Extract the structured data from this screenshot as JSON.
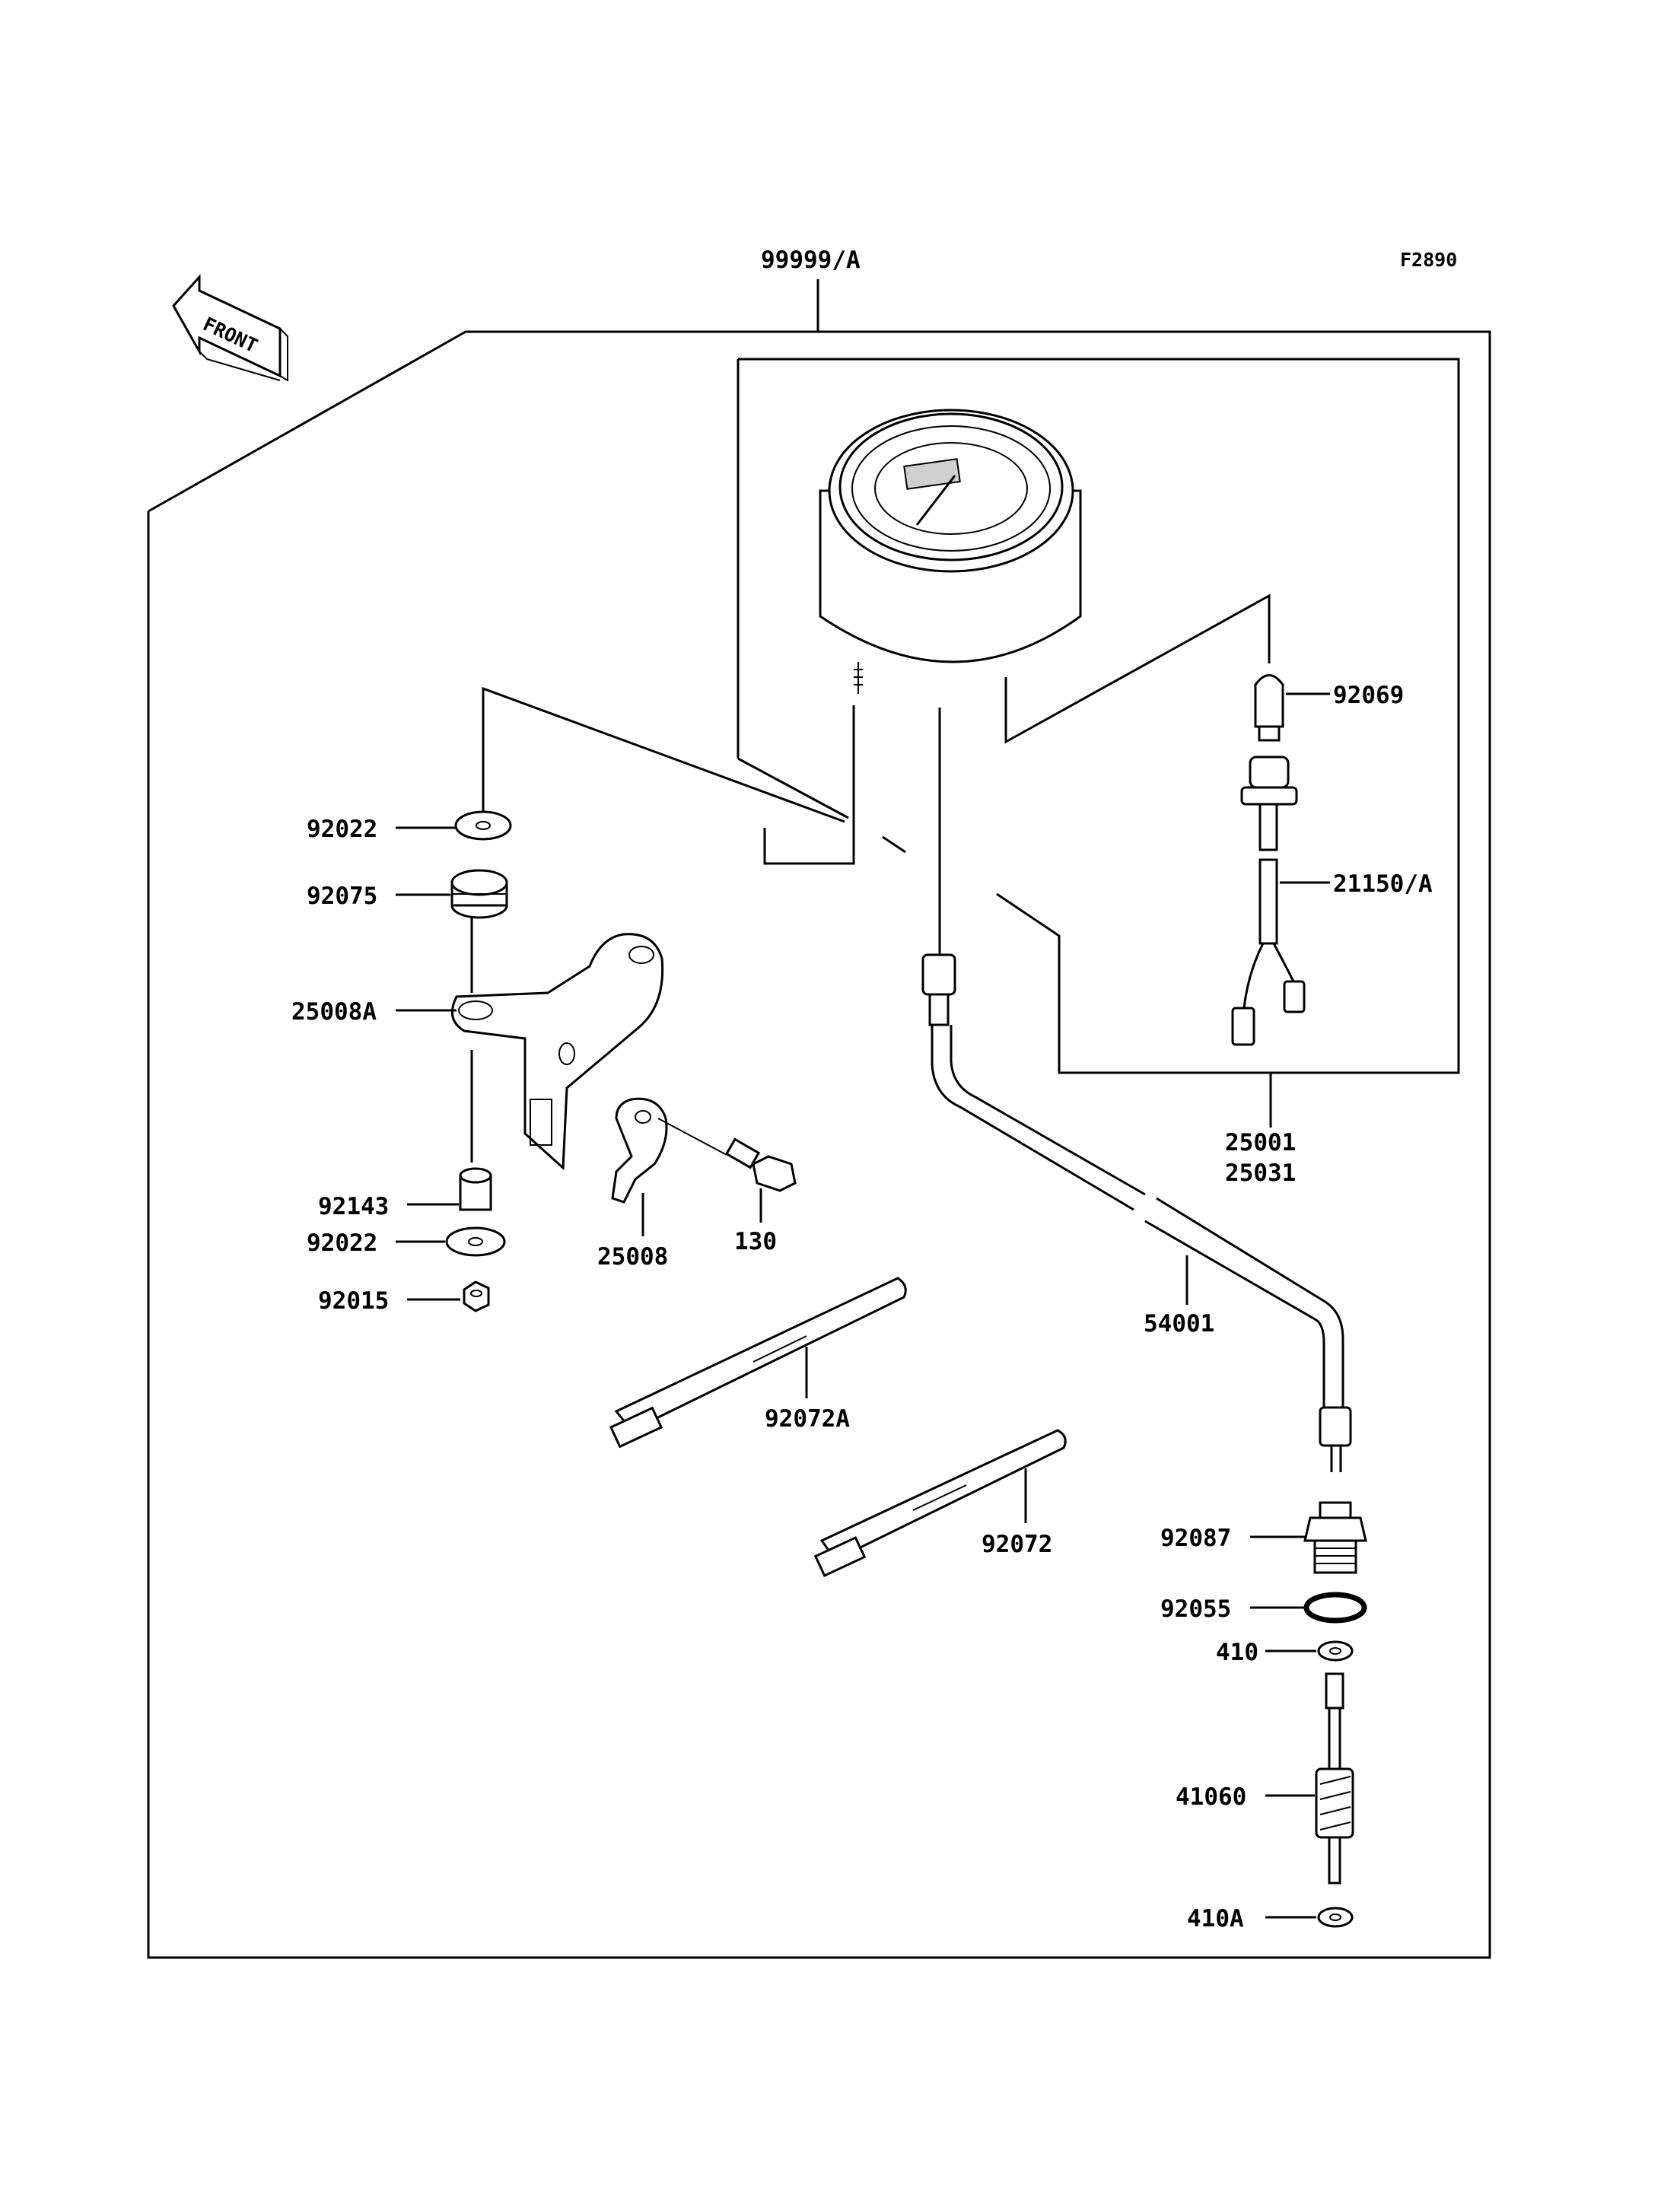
{
  "figure_code": "F2890",
  "front_label": "FRONT",
  "labels": {
    "assembly": "99999/A",
    "bulb": "92069",
    "socket_lead": "21150/A",
    "meter": "25001",
    "meter_alt": "25031",
    "washer_top": "92022",
    "grommet": "92075",
    "bracket_a": "25008A",
    "collar": "92143",
    "washer_bottom": "92022",
    "nut": "92015",
    "bracket": "25008",
    "bolt": "130",
    "cable": "54001",
    "band_a": "92072A",
    "band": "92072",
    "fitting": "92087",
    "o_ring": "92055",
    "washer_410": "410",
    "pinion": "41060",
    "washer_410a": "410A"
  }
}
